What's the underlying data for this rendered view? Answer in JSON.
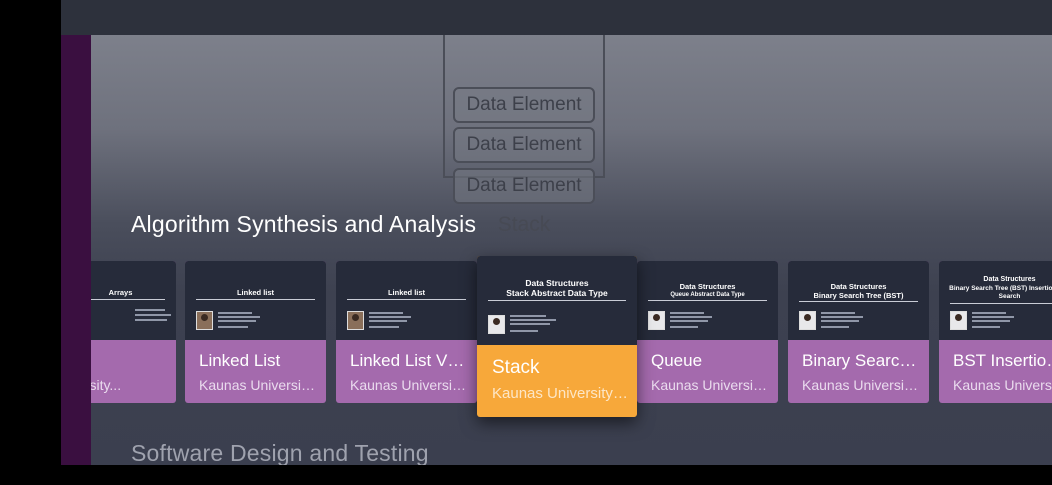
{
  "hero": {
    "elements": [
      "Data Element",
      "Data Element",
      "Data Element"
    ],
    "caption": "Stack"
  },
  "rows": [
    {
      "title": "Algorithm Synthesis and Analysis",
      "cards": [
        {
          "thumb_title": "Arrays",
          "thumb_subtitle": "",
          "title": "",
          "subtitle": "Kaunas University of Technology",
          "visible_subtitle": "University..."
        },
        {
          "thumb_title": "Linked list",
          "thumb_subtitle": "",
          "title": "Linked List",
          "subtitle": "Kaunas University of Technology"
        },
        {
          "thumb_title": "Linked list",
          "thumb_subtitle": "",
          "title": "Linked List VS Array",
          "subtitle": "Kaunas University of Technology"
        },
        {
          "thumb_title": "Data Structures",
          "thumb_subtitle": "Stack Abstract Data Type",
          "title": "Stack",
          "subtitle": "Kaunas University of Technology",
          "focused": true
        },
        {
          "thumb_title": "Data Structures",
          "thumb_subtitle": "Queue Abstract Data Type",
          "title": "Queue",
          "subtitle": "Kaunas University of Technology"
        },
        {
          "thumb_title": "Data Structures",
          "thumb_subtitle": "Binary Search Tree (BST)",
          "title": "Binary Search Tree",
          "subtitle": "Kaunas University of Technology"
        },
        {
          "thumb_title": "Data Structures",
          "thumb_subtitle": "Binary Search Tree (BST) Insertion and Search",
          "title": "BST Insertion and Search",
          "subtitle": "Kaunas University of Technology"
        }
      ]
    },
    {
      "title": "Software Design and Testing"
    }
  ],
  "colors": {
    "card_bg": "#a46aad",
    "focused_card_bg": "#f7a83a",
    "sidebar": "#3a0f40",
    "topbar": "#2d313c"
  }
}
